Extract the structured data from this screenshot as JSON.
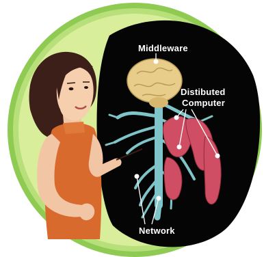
{
  "labels": {
    "middleware": "Middleware",
    "distributed_line1": "Distibuted",
    "distributed_line2": "Computer",
    "network": "Network"
  },
  "colors": {
    "outer_ring": "#9bd25e",
    "inner_ring": "#dcef9c",
    "background": "#000000",
    "brain": "#e8cd8a",
    "nerves": "#7ec4c8",
    "muscle": "#cf4e64",
    "figure_dress": "#d96a2e",
    "figure_hair": "#3b1f18",
    "figure_skin": "#f2c6a4"
  }
}
